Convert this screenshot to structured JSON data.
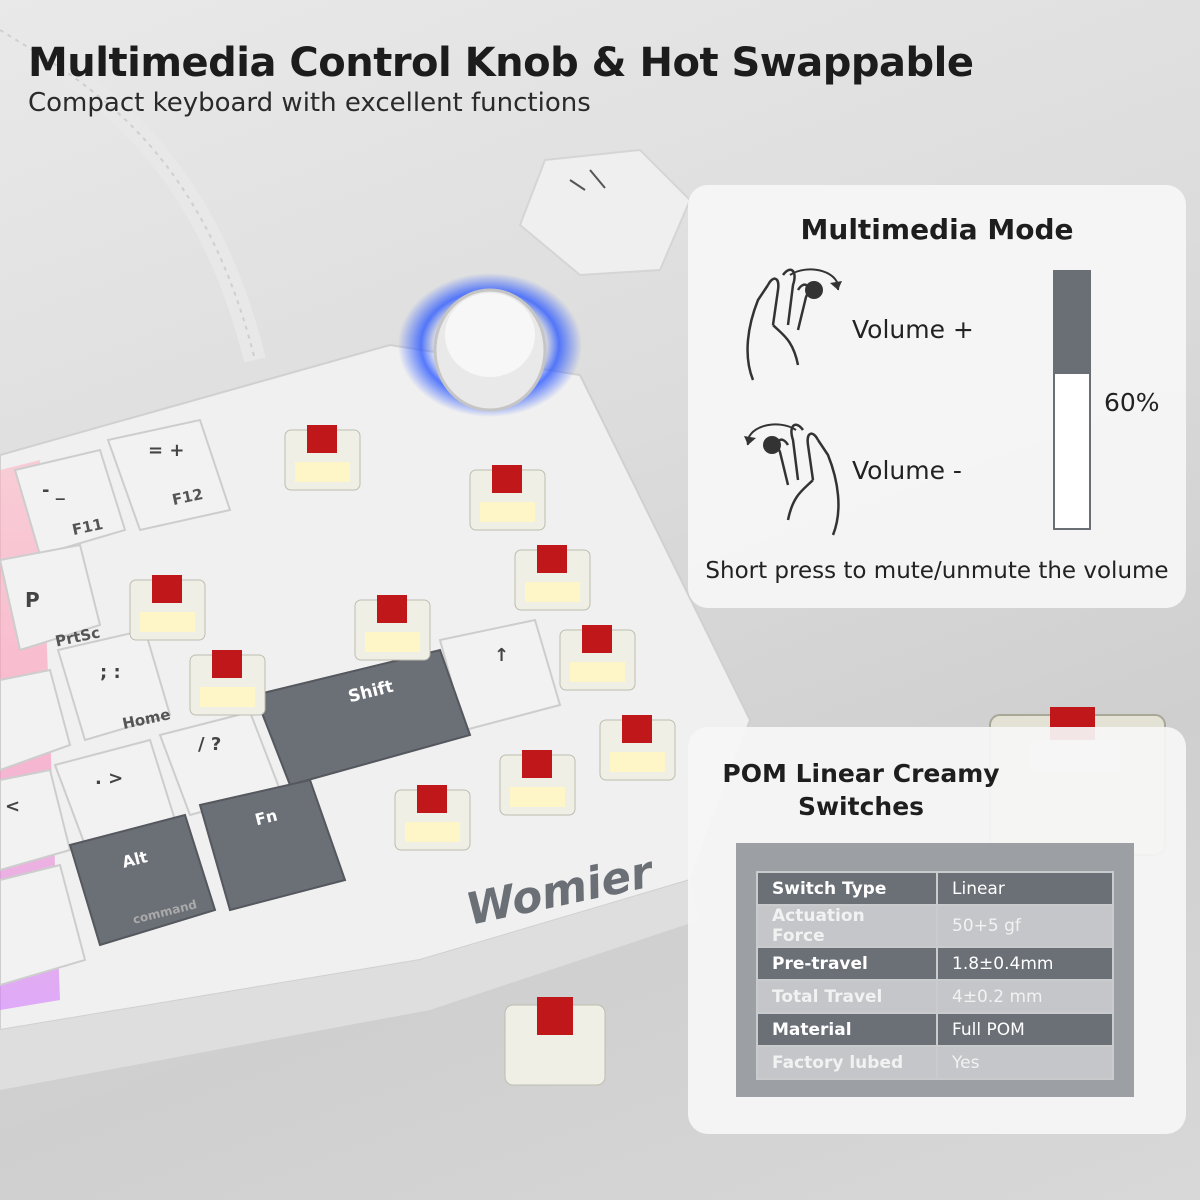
{
  "header": {
    "title": "Multimedia Control Knob & Hot Swappable",
    "subtitle": "Compact keyboard with excellent functions"
  },
  "multimedia": {
    "title": "Multimedia Mode",
    "volume_up": "Volume +",
    "volume_down": "Volume -",
    "level_label": "60%",
    "level_value": 0.6,
    "footer": "Short press to mute/unmute the volume"
  },
  "switches": {
    "title_line1": "POM Linear Creamy",
    "title_line2": "Switches",
    "specs": [
      {
        "key": "Switch Type",
        "value": "Linear"
      },
      {
        "key": "Actuation Force",
        "value": "50+5 gf"
      },
      {
        "key": "Pre-travel",
        "value": "1.8±0.4mm"
      },
      {
        "key": "Total Travel",
        "value": "4±0.2 mm"
      },
      {
        "key": "Material",
        "value": "Full POM"
      },
      {
        "key": "Factory lubed",
        "value": "Yes"
      }
    ]
  },
  "keyboard": {
    "brand": "Womier",
    "keys": [
      "F11",
      "F12",
      "PrtSc",
      "Home",
      "Shift",
      "Alt",
      "command",
      "Fn",
      "P",
      "=  +",
      "-  _",
      ";  :",
      "/  ?",
      ".  >",
      "<",
      "↑"
    ]
  },
  "colors": {
    "accent_gray": "#6b6f76",
    "switch_red": "#c0171b",
    "knob_glow": "#2f5bff"
  }
}
